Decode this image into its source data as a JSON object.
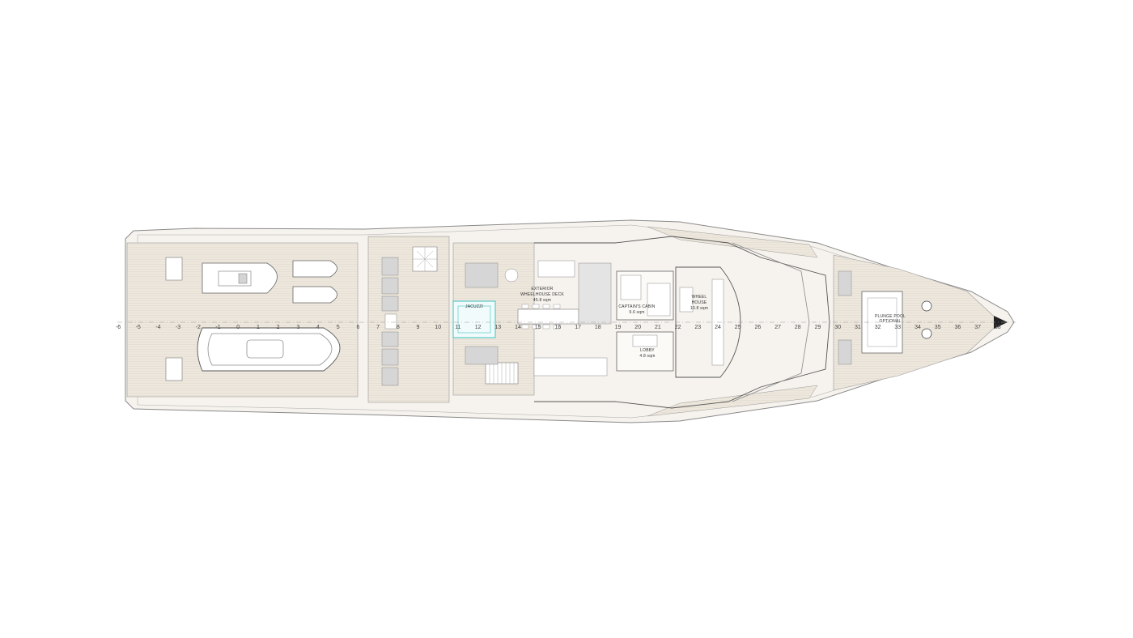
{
  "frames": [
    "-6",
    "-5",
    "-4",
    "-3",
    "-2",
    "-1",
    "0",
    "1",
    "2",
    "3",
    "4",
    "5",
    "6",
    "7",
    "8",
    "9",
    "10",
    "11",
    "12",
    "13",
    "14",
    "15",
    "16",
    "17",
    "18",
    "19",
    "20",
    "21",
    "22",
    "23",
    "24",
    "25",
    "26",
    "27",
    "28",
    "29",
    "30",
    "31",
    "32",
    "33",
    "34",
    "35",
    "36",
    "37",
    "38"
  ],
  "rooms": {
    "exterior_wheelhouse_deck": {
      "name": "EXTERIOR",
      "name2": "WHEELHOUSE DECK",
      "area": "45.8 sqm"
    },
    "jacuzzi": {
      "name": "JACUZZI"
    },
    "captains_cabin": {
      "name": "CAPTAIN'S CABIN",
      "area": "9.6 sqm"
    },
    "lobby": {
      "name": "LOBBY",
      "area": "4.8 sqm"
    },
    "wheelhouse": {
      "name": "WHEEL",
      "name2": "HOUSE",
      "area": "10.8 sqm"
    },
    "plunge_pool": {
      "name": "PLUNGE POOL",
      "name2": "OPTIONAL"
    }
  },
  "colors": {
    "deck": "#ece6dc",
    "lines": "#8a8a8a",
    "grey_furniture": "#d4d4d4",
    "jacuzzi_water": "#3cc4c4",
    "background": "#ffffff"
  }
}
